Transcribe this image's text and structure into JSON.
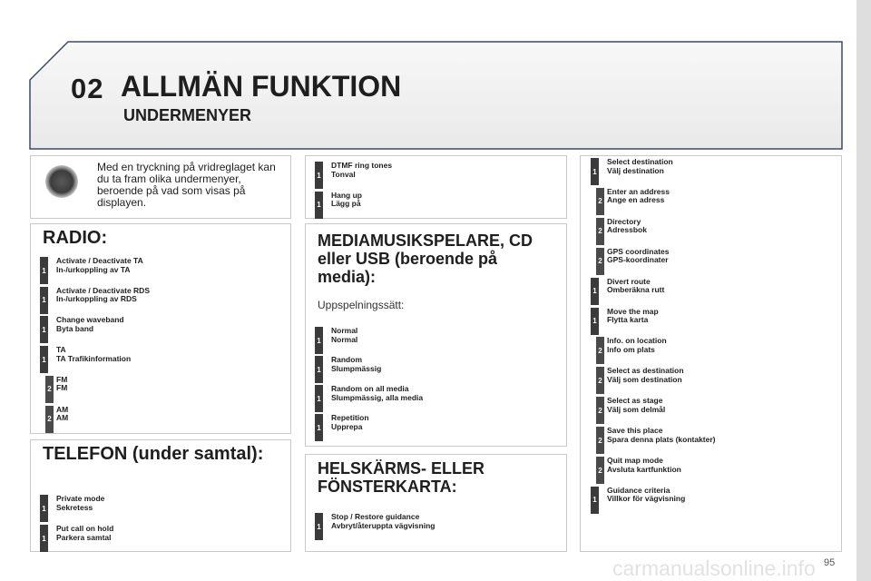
{
  "header": {
    "chapter": "02",
    "title": "ALLMÄN FUNKTION",
    "subtitle": "UNDERMENYER"
  },
  "intro": {
    "text": "Med en tryckning på vridreglaget kan du ta fram olika undermenyer, beroende på vad som visas på displayen."
  },
  "radio": {
    "title": "RADIO:",
    "items": [
      {
        "level": "1",
        "en": "Activate / Deactivate TA",
        "sv": "In-/urkoppling av TA"
      },
      {
        "level": "1",
        "en": "Activate / Deactivate RDS",
        "sv": "In-/urkoppling av RDS"
      },
      {
        "level": "1",
        "en": "Change waveband",
        "sv": "Byta band"
      },
      {
        "level": "1",
        "en": "TA",
        "sv": "TA Trafikinformation"
      },
      {
        "level": "2",
        "en": "FM",
        "sv": "FM"
      },
      {
        "level": "2",
        "en": "AM",
        "sv": "AM"
      }
    ]
  },
  "telefon": {
    "title": "TELEFON (under samtal):",
    "items": [
      {
        "level": "1",
        "en": "Private mode",
        "sv": "Sekretess"
      },
      {
        "level": "1",
        "en": "Put call on hold",
        "sv": "Parkera samtal"
      }
    ]
  },
  "call": {
    "items": [
      {
        "level": "1",
        "en": "DTMF ring tones",
        "sv": "Tonval"
      },
      {
        "level": "1",
        "en": "Hang up",
        "sv": "Lägg på"
      }
    ]
  },
  "media": {
    "title": "MEDIAMUSIKSPELARE, CD eller USB (beroende på media):",
    "subtitle": "Uppspelningssätt:",
    "items": [
      {
        "level": "1",
        "en": "Normal",
        "sv": "Normal"
      },
      {
        "level": "1",
        "en": "Random",
        "sv": " Slumpmässig"
      },
      {
        "level": "1",
        "en": "Random on all media",
        "sv": "Slumpmässig, alla media"
      },
      {
        "level": "1",
        "en": "Repetition",
        "sv": "Upprepa"
      }
    ]
  },
  "fullscreen": {
    "title": "HELSKÄRMS- ELLER FÖNSTERKARTA:",
    "items": [
      {
        "level": "1",
        "en": "Stop / Restore guidance",
        "sv": "Avbryt/återuppta vägvisning"
      }
    ]
  },
  "map": {
    "items": [
      {
        "level": "1",
        "en": "Select destination",
        "sv": "Välj destination"
      },
      {
        "level": "2",
        "en": "Enter an address",
        "sv": "Ange en adress"
      },
      {
        "level": "2",
        "en": "Directory",
        "sv": "Adressbok"
      },
      {
        "level": "2",
        "en": "GPS coordinates",
        "sv": "GPS-koordinater"
      },
      {
        "level": "1",
        "en": "Divert route",
        "sv": "Omberäkna rutt"
      },
      {
        "level": "1",
        "en": "Move the map",
        "sv": "Flytta karta"
      },
      {
        "level": "2",
        "en": "Info. on location",
        "sv": "Info om plats"
      },
      {
        "level": "2",
        "en": "Select as destination",
        "sv": "Välj som destination"
      },
      {
        "level": "2",
        "en": "Select as stage",
        "sv": "Välj som delmål"
      },
      {
        "level": "2",
        "en": "Save this place",
        "sv": "Spara denna plats (kontakter)"
      },
      {
        "level": "2",
        "en": "Quit map mode",
        "sv": "Avsluta kartfunktion"
      },
      {
        "level": "1",
        "en": "Guidance criteria",
        "sv": "Villkor för vägvisning"
      }
    ]
  },
  "footer": {
    "page_number": "95",
    "watermark": "carmanualsonline.info"
  },
  "colors": {
    "badge": "#3b3b3b",
    "panel_border": "#c9c9c9",
    "header_bg": "#f0f0f0",
    "header_stroke": "#3a4a66"
  }
}
